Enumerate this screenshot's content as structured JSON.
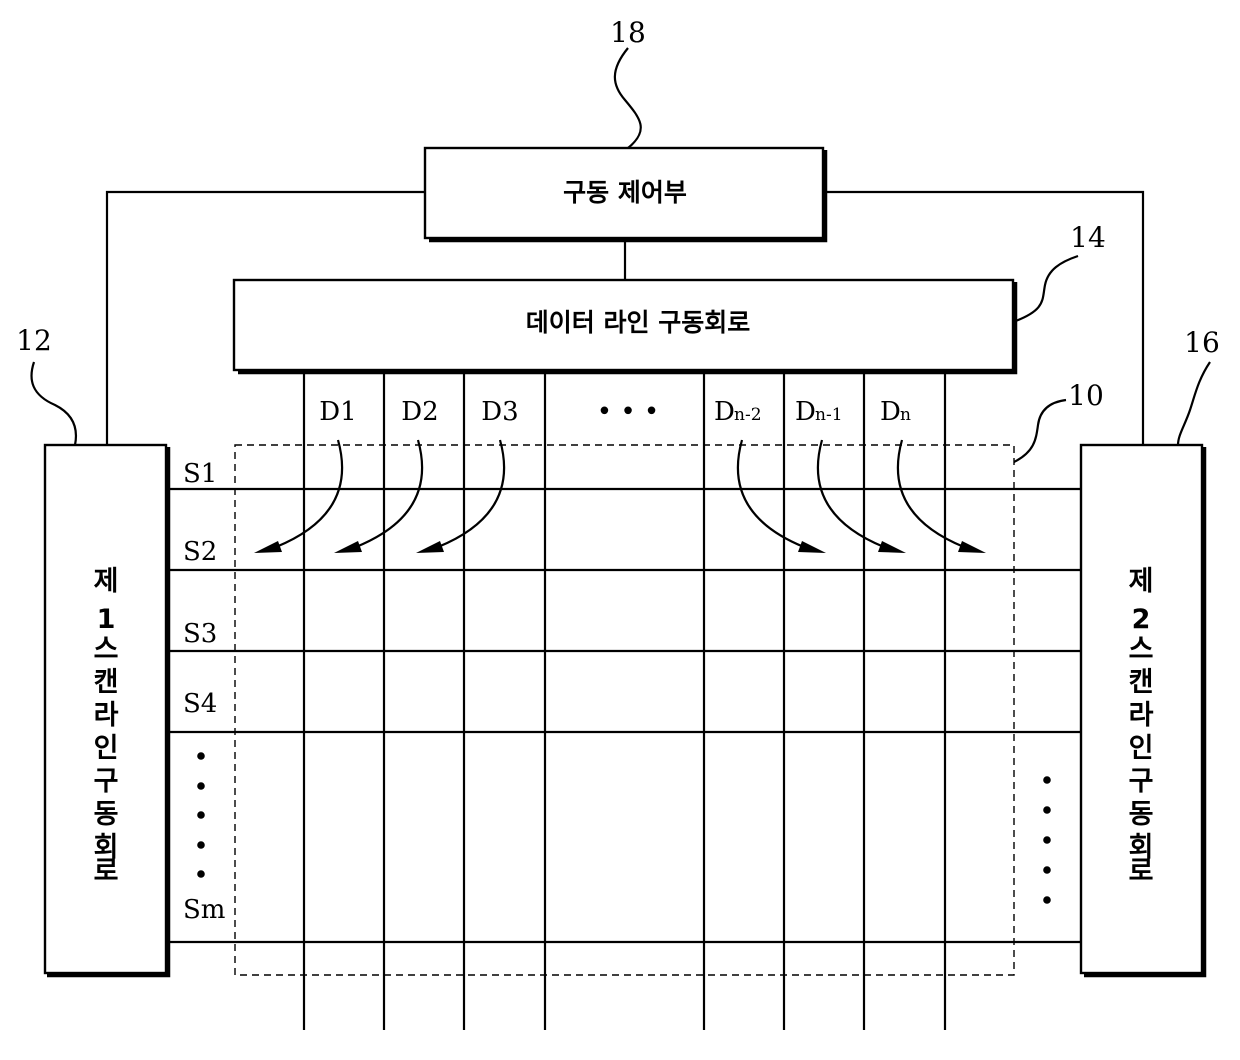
{
  "refs": {
    "control": "18",
    "data_driver": "14",
    "scan1": "12",
    "scan2": "16",
    "panel": "10"
  },
  "blocks": {
    "control": "구동 제어부",
    "data_driver": "데이터 라인 구동회로",
    "scan1_chars": [
      "제",
      "1",
      "스",
      "캔",
      "라",
      "인",
      "구",
      "동",
      "회",
      "로"
    ],
    "scan2_chars": [
      "제",
      "2",
      "스",
      "캔",
      "라",
      "인",
      "구",
      "동",
      "회",
      "로"
    ]
  },
  "data_lines": {
    "d1": "D1",
    "d2": "D2",
    "d3": "D3",
    "ellipsis": "• • •",
    "dn2_main": "D",
    "dn2_sub": "n-2",
    "dn1_main": "D",
    "dn1_sub": "n-1",
    "dn_main": "D",
    "dn_sub": "n"
  },
  "scan_lines": {
    "s1": "S1",
    "s2": "S2",
    "s3": "S3",
    "s4": "S4",
    "sm": "Sm"
  }
}
